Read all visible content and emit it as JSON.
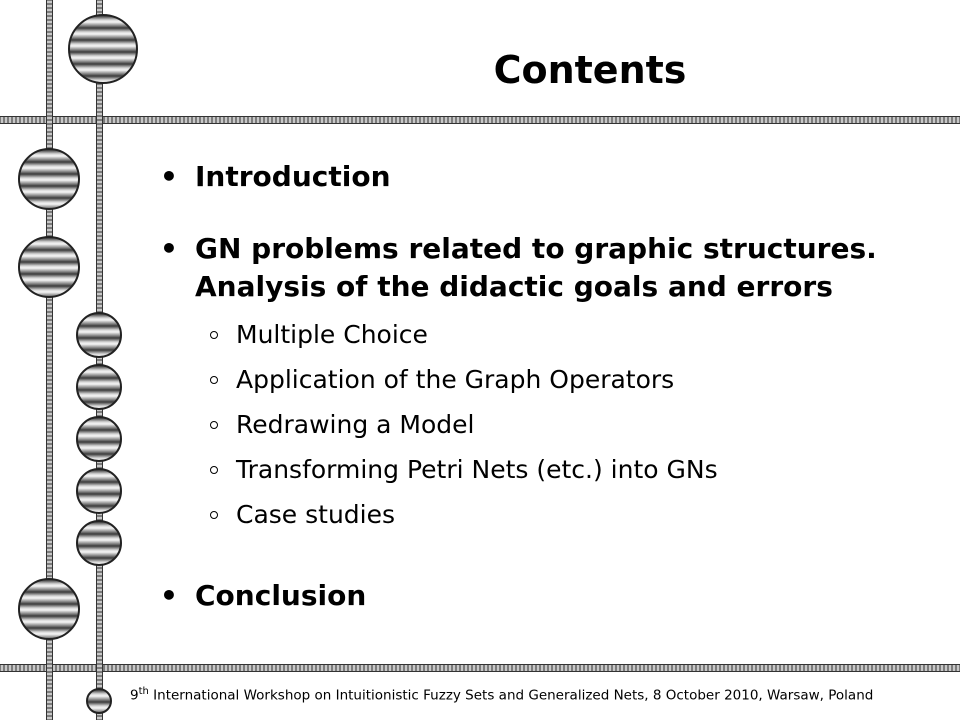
{
  "slide": {
    "title": "Contents",
    "bullets": [
      {
        "text": "Introduction"
      },
      {
        "text": "GN problems related to graphic structures. Analysis of the didactic goals and errors"
      },
      {
        "text": "Conclusion"
      }
    ],
    "subitems": [
      "Multiple Choice",
      "Application of the Graph Operators",
      "Redrawing a Model",
      "Transforming Petri Nets (etc.) into GNs",
      "Case studies"
    ],
    "footer": {
      "ordinal": "9",
      "ordinal_suffix": "th",
      "text": " International Workshop on Intuitionistic Fuzzy Sets and Generalized Nets, 8 October 2010,  Warsaw, Poland"
    }
  }
}
